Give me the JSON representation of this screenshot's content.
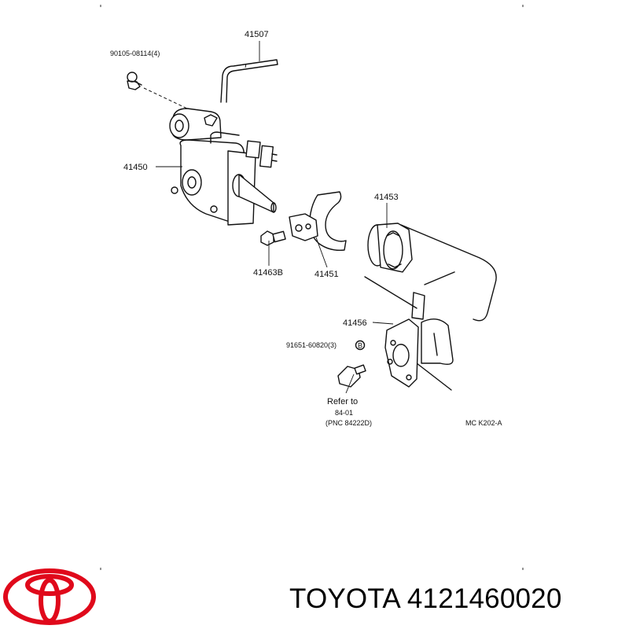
{
  "parts": {
    "p41507": "41507",
    "p90105": "90105-08114(4)",
    "p41450": "41450",
    "p41453": "41453",
    "p41463b": "41463B",
    "p41451": "41451",
    "p41456": "41456",
    "p91651": "91651-60820(3)",
    "circle_b": "B"
  },
  "refer": {
    "line1": "Refer to",
    "line2": "84-01",
    "line3": "(PNC 84222D)"
  },
  "diagram_code": "MC  K202-A",
  "footer": {
    "text": "TOYOTA 4121460020"
  },
  "colors": {
    "logo": "#e0091b",
    "ink": "#111111"
  }
}
